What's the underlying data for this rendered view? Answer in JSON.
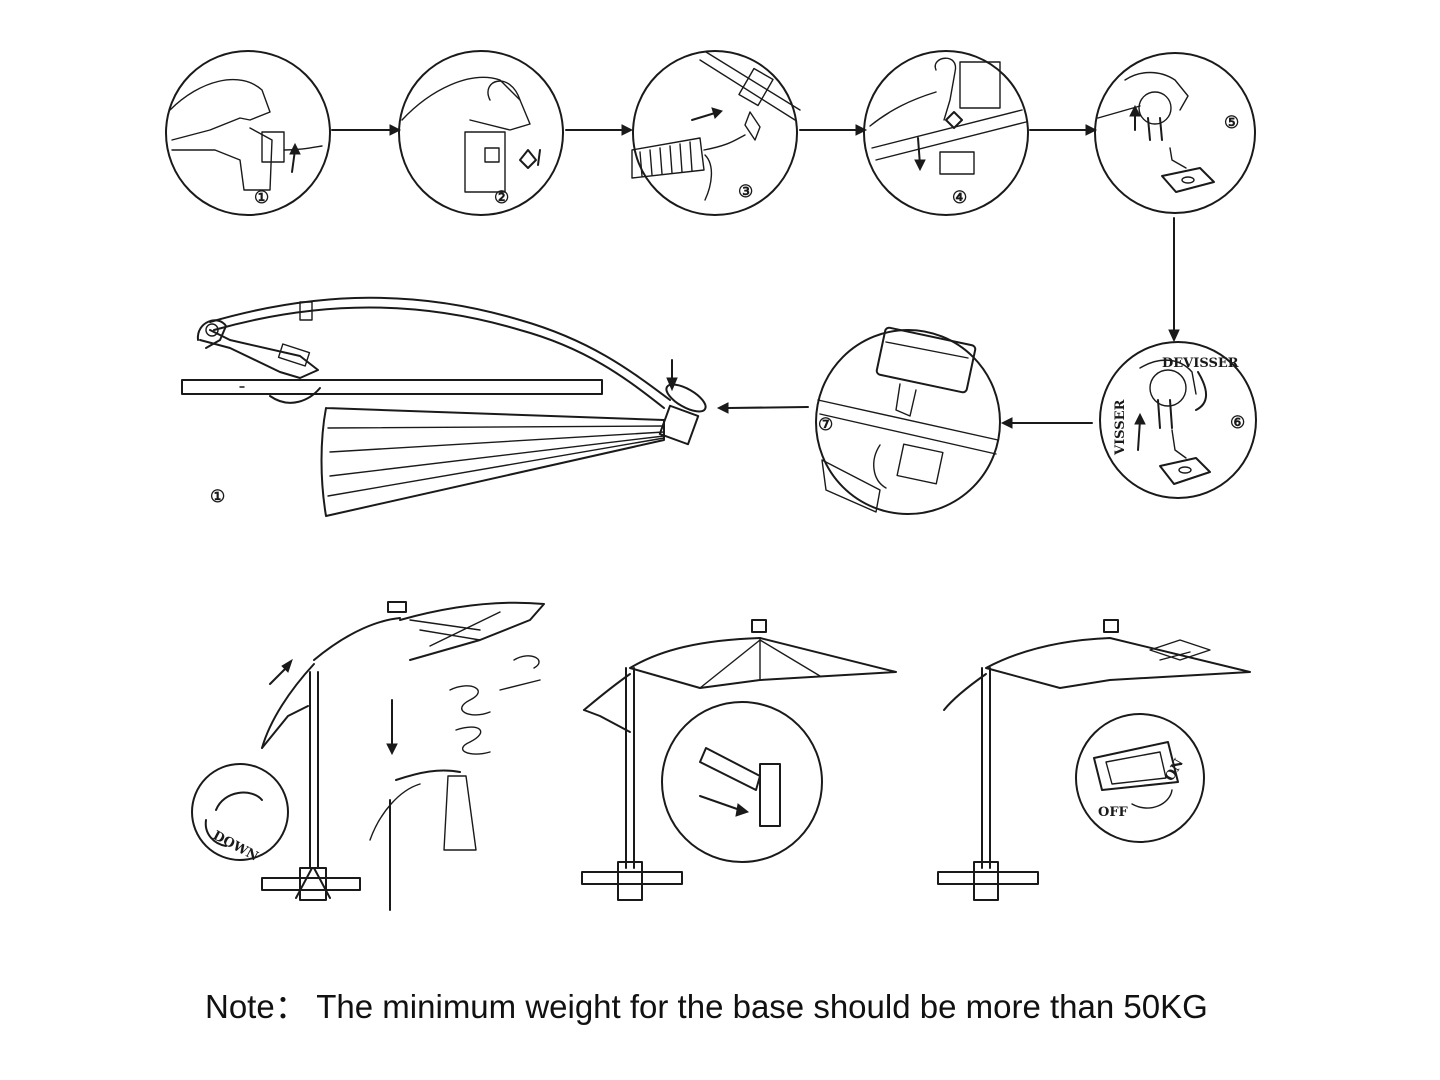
{
  "steps": {
    "s1": "①",
    "s2": "②",
    "s3": "③",
    "s4": "④",
    "s5": "⑤",
    "s6": "⑥",
    "s7": "⑦",
    "assembly": "①"
  },
  "labels": {
    "unscrew": "DEVISSER",
    "screw": "VISSER",
    "down": "DOWN",
    "on": "ON",
    "off": "OFF"
  },
  "note": "Note： The minimum weight for the base should be more than 50KG"
}
